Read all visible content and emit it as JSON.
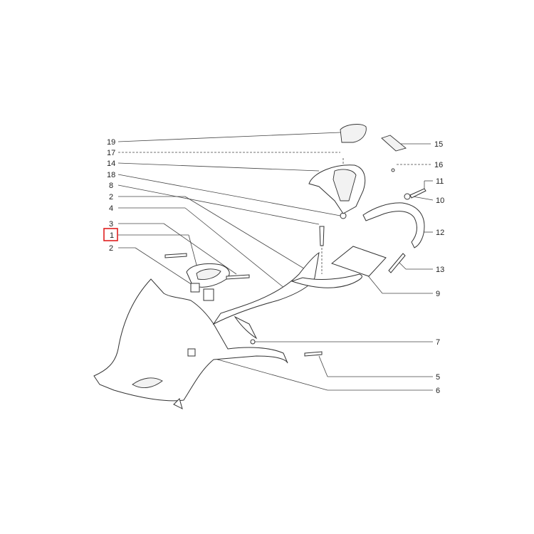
{
  "callouts": [
    {
      "id": "c19",
      "text": "19"
    },
    {
      "id": "c17",
      "text": "17"
    },
    {
      "id": "c14",
      "text": "14"
    },
    {
      "id": "c18",
      "text": "18"
    },
    {
      "id": "c8",
      "text": "8"
    },
    {
      "id": "c2a",
      "text": "2"
    },
    {
      "id": "c4",
      "text": "4"
    },
    {
      "id": "c3",
      "text": "3"
    },
    {
      "id": "c1",
      "text": "1"
    },
    {
      "id": "c2b",
      "text": "2"
    },
    {
      "id": "c15",
      "text": "15"
    },
    {
      "id": "c16",
      "text": "16"
    },
    {
      "id": "c11",
      "text": "11"
    },
    {
      "id": "c10",
      "text": "10"
    },
    {
      "id": "c12",
      "text": "12"
    },
    {
      "id": "c13",
      "text": "13"
    },
    {
      "id": "c9",
      "text": "9"
    },
    {
      "id": "c7",
      "text": "7"
    },
    {
      "id": "c5",
      "text": "5"
    },
    {
      "id": "c6",
      "text": "6"
    }
  ],
  "highlight": {
    "callout": "1",
    "color": "#e02020"
  }
}
